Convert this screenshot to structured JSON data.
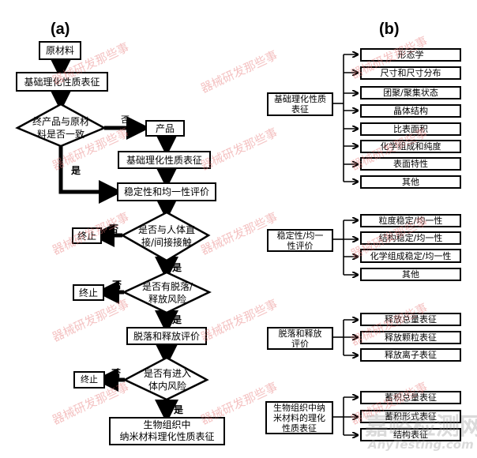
{
  "panel_a": {
    "label": "(a)",
    "raw_material": "原材料",
    "basic_char_1": "基础理化性质表征",
    "decision_1": {
      "line1": "终产品与原材",
      "line2": "料是否一致"
    },
    "product": "产品",
    "basic_char_2": "基础理化性质表征",
    "stability_eval": "稳定性和均一性评价",
    "decision_2": {
      "line1": "是否与人体直",
      "line2": "接/间接接触"
    },
    "decision_3": {
      "line1": "是否有脱落/",
      "line2": "释放风险"
    },
    "shedding_eval": "脱落和释放评价",
    "decision_4": {
      "line1": "是否有进入",
      "line2": "体内风险"
    },
    "final": {
      "line1": "生物组织中",
      "line2": "纳米材料理化性质表征"
    },
    "terminate": "终止",
    "yes": "是",
    "no": "否"
  },
  "panel_b": {
    "label": "(b)",
    "groups": [
      {
        "source": {
          "line1": "基础理化性质",
          "line2": "表征"
        },
        "items": [
          "形态学",
          "尺寸和尺寸分布",
          "团聚/聚集状态",
          "晶体结构",
          "比表面积",
          "化学组成和纯度",
          "表面特性",
          "其他"
        ]
      },
      {
        "source": {
          "line1": "稳定性/均一",
          "line2": "性评价"
        },
        "items": [
          "粒度稳定/均一性",
          "结构稳定/均一性",
          "化学组成稳定/均一性",
          "其他"
        ]
      },
      {
        "source": {
          "line1": "脱落和释放",
          "line2": "评价"
        },
        "items": [
          "释放总量表征",
          "释放颗粒表征",
          "释放离子表征"
        ]
      },
      {
        "source": {
          "line1": "生物组织中纳",
          "line2": "米材料的理化",
          "line3": "性质表征"
        },
        "items": [
          "蓄积总量表征",
          "蓄积形式表征",
          "结构表征"
        ]
      }
    ]
  },
  "watermark": {
    "text": "器械研发那些事",
    "logo_cn": "嘉峪检测网",
    "logo_en": "AnyTesting.com"
  }
}
